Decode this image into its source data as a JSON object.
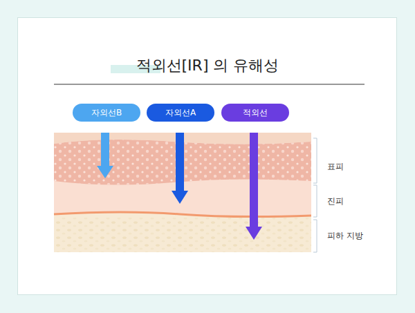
{
  "diagram": {
    "title": "적외선[IR] 의 유해성",
    "nodes": [
      {
        "text": [
          "자외선B"
        ]
      },
      {
        "text": [
          "자외선A"
        ]
      },
      {
        "text": [
          "적외선"
        ]
      }
    ],
    "labels": [
      "표피",
      "진피",
      "피하 지방"
    ]
  }
}
